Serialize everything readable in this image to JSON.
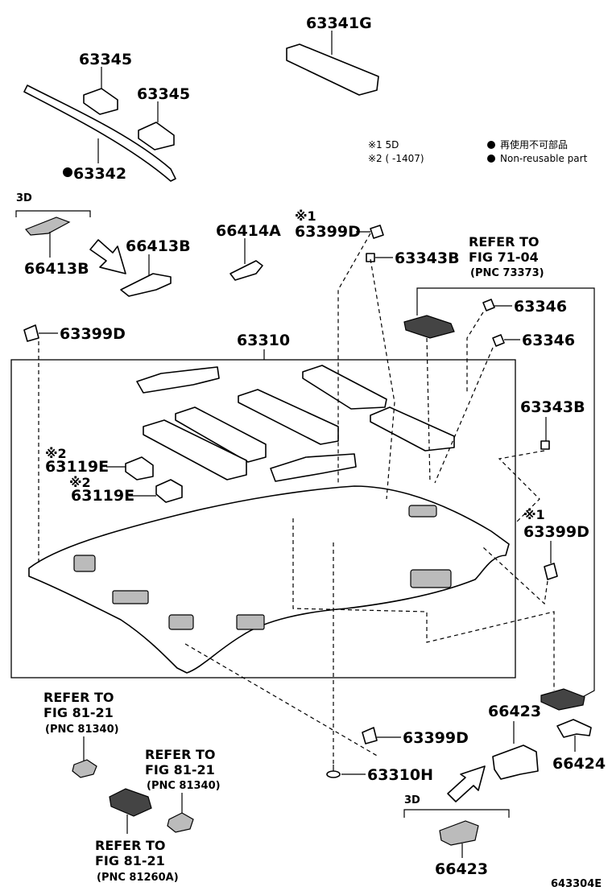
{
  "diagram": {
    "id_code": "643304E",
    "legend": {
      "note1": "※1 5D",
      "note2": "※2 (      -1407)",
      "jp_text": "再使用不可部品",
      "en_text": "Non-reusable part"
    },
    "labels": {
      "p63341G": "63341G",
      "p63345a": "63345",
      "p63345b": "63345",
      "p63342": "63342",
      "p3d_left": "3D",
      "p66413B_a": "66413B",
      "p66413B_b": "66413B",
      "p66414A": "66414A",
      "p63399D_top_mark": "※1",
      "p63399D_top": "63399D",
      "p63343B_top": "63343B",
      "refer_top_1": "REFER TO",
      "refer_top_2": "FIG 71-04",
      "refer_top_3": "(PNC 73373)",
      "p63399D_left": "63399D",
      "p63310": "63310",
      "p63346a": "63346",
      "p63346b": "63346",
      "p63343B_right": "63343B",
      "p63119E_a_mark": "※2",
      "p63119E_a": "63119E",
      "p63119E_b_mark": "※2",
      "p63119E_b": "63119E",
      "p63399D_right_mark": "※1",
      "p63399D_right": "63399D",
      "refer_a_1": "REFER TO",
      "refer_a_2": "FIG 81-21",
      "refer_a_3": "(PNC 81340)",
      "refer_b_1": "REFER TO",
      "refer_b_2": "FIG 81-21",
      "refer_b_3": "(PNC 81340)",
      "refer_c_1": "REFER TO",
      "refer_c_2": "FIG 81-21",
      "refer_c_3": "(PNC 81260A)",
      "p63399D_bottom": "63399D",
      "p63310H": "63310H",
      "p66423_a": "66423",
      "p66424": "66424",
      "p3d_right": "3D",
      "p66423_b": "66423"
    }
  }
}
